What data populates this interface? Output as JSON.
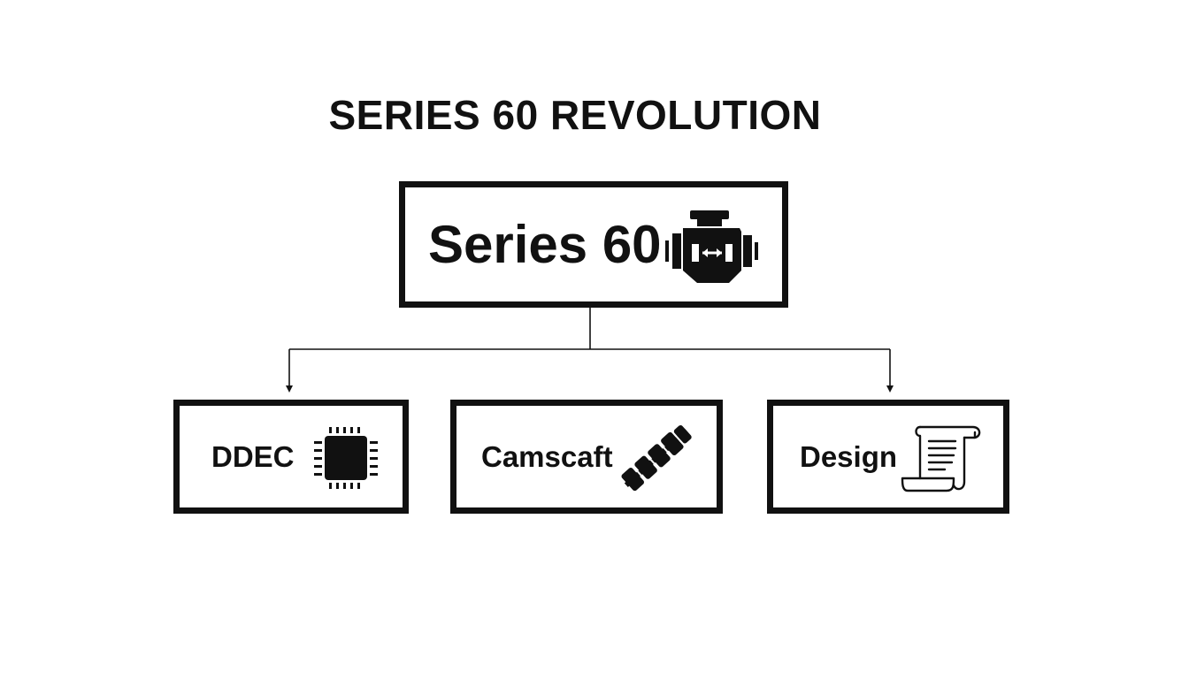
{
  "diagram": {
    "title": "SERIES 60 REVOLUTION",
    "root": {
      "label": "Series 60",
      "icon": "engine-icon"
    },
    "children": [
      {
        "label": "DDEC",
        "icon": "microchip-icon"
      },
      {
        "label": "Camscaft",
        "icon": "camshaft-icon"
      },
      {
        "label": "Design",
        "icon": "scroll-document-icon"
      }
    ],
    "colors": {
      "ink": "#111111",
      "background": "#ffffff"
    }
  }
}
